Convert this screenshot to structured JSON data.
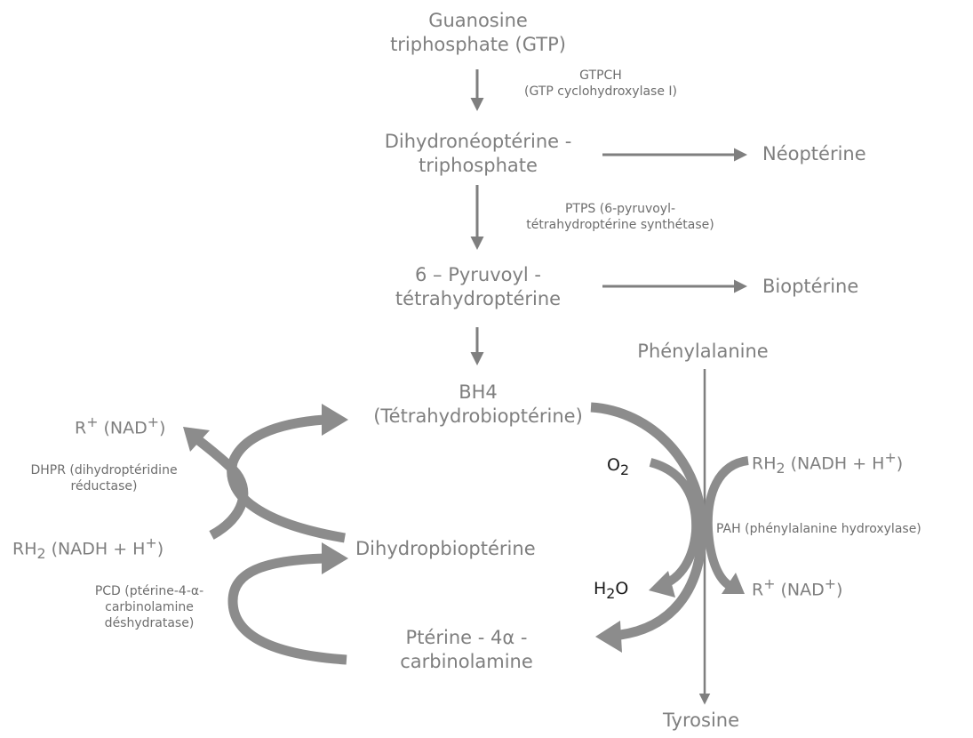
{
  "nodes": {
    "gtp": [
      "Guanosine",
      "triphosphate (GTP)"
    ],
    "dihydroneopterine": [
      "Dihydronéoptérine -",
      "triphosphate"
    ],
    "neopterine": "Néoptérine",
    "pyruvoyl": [
      "6 – Pyruvoyl -",
      "tétrahydroptérine"
    ],
    "biopterine": "Bioptérine",
    "phenylalanine": "Phénylalanine",
    "bh4": [
      "BH4",
      "(Tétrahydrobioptérine)"
    ],
    "dihydrobiopterine": "Dihydropbioptérine",
    "pterine": [
      "Ptérine - 4α -",
      "carbinolamine"
    ],
    "tyrosine": "Tyrosine"
  },
  "enzymes": {
    "gtpch": [
      "GTPCH",
      "(GTP cyclohydroxylase I)"
    ],
    "ptps": [
      "PTPS (6-pyruvoyl-",
      "tétrahydroptérine synthétase)"
    ],
    "dhpr": [
      "DHPR (dihydroptéridine",
      "réductase)"
    ],
    "pcd": [
      "PCD (ptérine-4-α-",
      "carbinolamine",
      "déshydratase)"
    ],
    "pah": "PAH (phénylalanine hydroxylase)"
  },
  "cofactors": {
    "left_r_plus": {
      "base": "R",
      "sup": "+",
      "rest": " (NAD",
      "sup2": "+",
      "end": ")"
    },
    "left_rh2": {
      "base": "RH",
      "sub": "2",
      "rest": " (NADH + H",
      "sup": "+",
      "end": ")"
    },
    "right_rh2": {
      "base": "RH",
      "sub": "2",
      "rest": " (NADH + H",
      "sup": "+",
      "end": ")"
    },
    "right_r_plus": {
      "base": "R",
      "sup": "+",
      "rest": " (NAD",
      "sup2": "+",
      "end": ")"
    },
    "o2": {
      "base": "O",
      "sub": "2"
    },
    "h2o": {
      "base": "H",
      "sub": "2",
      "end": "O"
    }
  },
  "colors": {
    "arrow": "#7f7f7f",
    "text": "#7f7f7f",
    "dark_text": "#1a1a1a"
  }
}
